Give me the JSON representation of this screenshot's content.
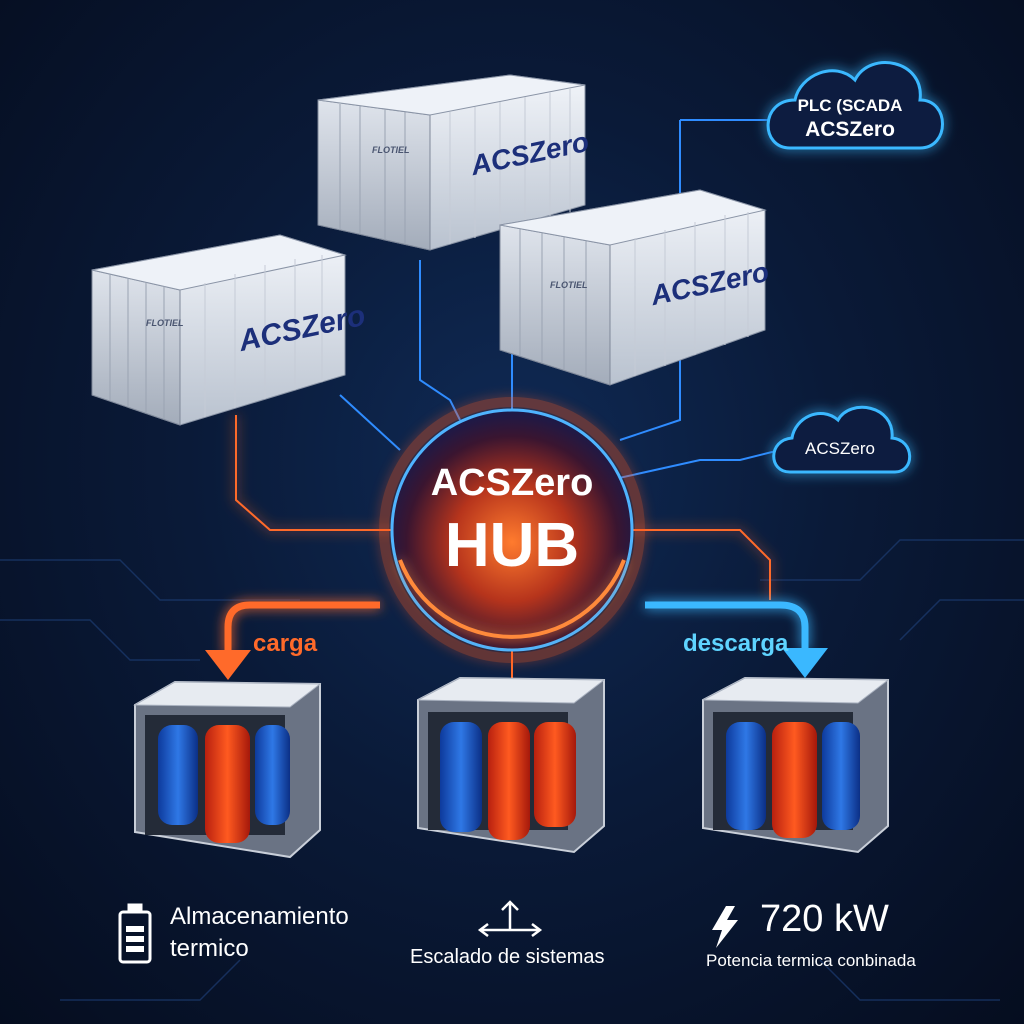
{
  "hub": {
    "line1": "ACSZero",
    "line2": "HUB"
  },
  "containers": [
    {
      "brand": "ACSZero",
      "tag": "FLOTIEL"
    },
    {
      "brand": "ACSZero",
      "tag": "FLOTIEL"
    },
    {
      "brand": "ACSZero",
      "tag": "FLOTIEL"
    }
  ],
  "clouds": {
    "top": {
      "line1": "PLC (SCADA",
      "line2": "ACSZero"
    },
    "mid": {
      "label": "ACSZero"
    }
  },
  "flows": {
    "charge": "carga",
    "discharge": "descarga"
  },
  "features": {
    "storage": {
      "line1": "Almacenamiento",
      "line2": "termico"
    },
    "scaling": {
      "label": "Escalado de sistemas"
    },
    "power": {
      "value": "720 kW",
      "label": "Potencia termica conbinada"
    }
  },
  "colors": {
    "orange": "#ff6a2a",
    "cyan": "#3ab8ff",
    "hub_glow": "#ff5a1f",
    "brand_text": "#1c2f7a"
  }
}
